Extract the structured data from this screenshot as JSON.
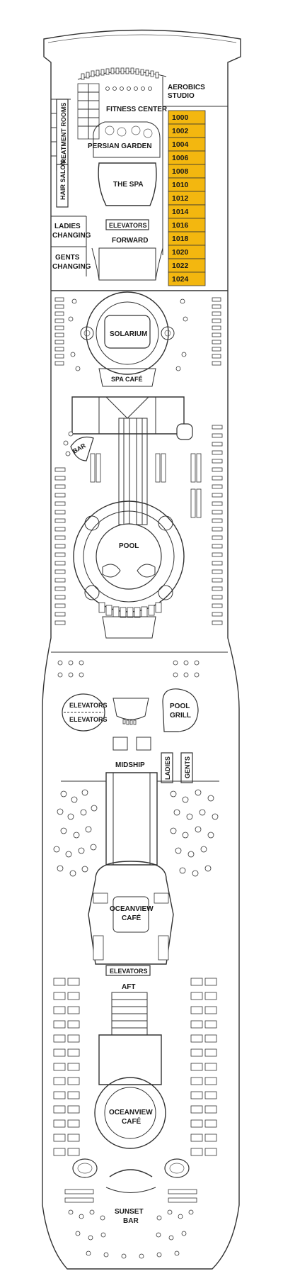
{
  "deck": {
    "cabins": [
      "1000",
      "1002",
      "1004",
      "1006",
      "1008",
      "1010",
      "1012",
      "1014",
      "1016",
      "1018",
      "1020",
      "1022",
      "1024"
    ],
    "cabin_color": "#f3b70f",
    "labels": {
      "aerobics_1": "AEROBICS",
      "aerobics_2": "STUDIO",
      "fitness_center": "FITNESS CENTER",
      "treatment_rooms": "TREATMENT ROOMS",
      "persian_garden": "PERSIAN GARDEN",
      "hair_salon": "HAIR SALON",
      "the_spa": "THE SPA",
      "ladies_changing_1": "LADIES",
      "ladies_changing_2": "CHANGING",
      "elevators_fwd": "ELEVATORS",
      "forward": "FORWARD",
      "gents_changing_1": "GENTS",
      "gents_changing_2": "CHANGING",
      "solarium": "SOLARIUM",
      "spa_cafe": "SPA CAFÉ",
      "bar": "BAR",
      "pool": "POOL",
      "elevators_mid_1": "ELEVATORS",
      "elevators_mid_2": "ELEVATORS",
      "pool_grill_1": "POOL",
      "pool_grill_2": "GRILL",
      "midship": "MIDSHIP",
      "ladies": "LADIES",
      "gents": "GENTS",
      "oceanview_cafe_1a": "OCEANVIEW",
      "oceanview_cafe_1b": "CAFÉ",
      "elevators_aft": "ELEVATORS",
      "aft": "AFT",
      "oceanview_cafe_2a": "OCEANVIEW",
      "oceanview_cafe_2b": "CAFÉ",
      "sunset_bar_1": "SUNSET",
      "sunset_bar_2": "BAR"
    }
  }
}
